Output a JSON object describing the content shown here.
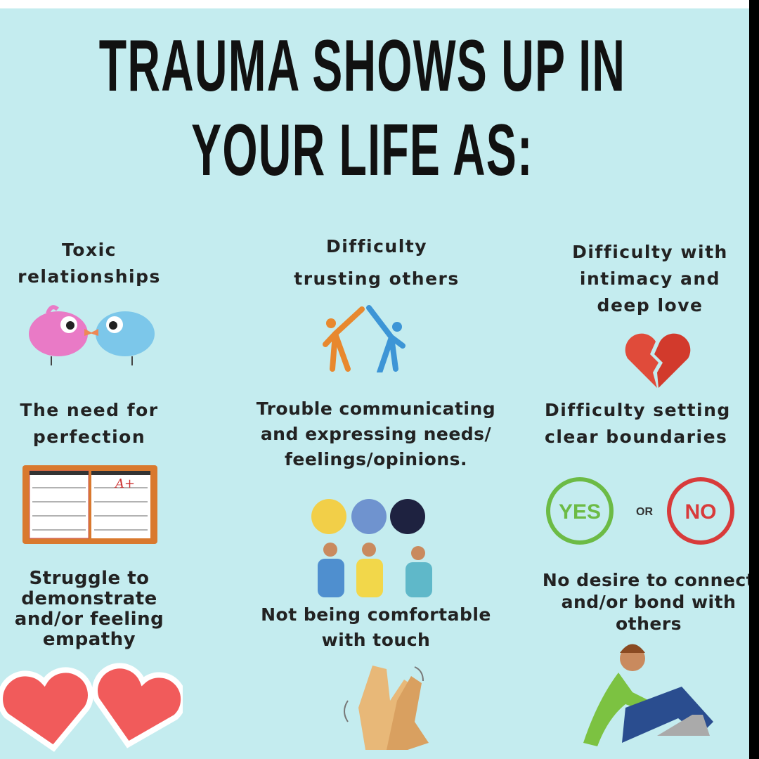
{
  "title": {
    "line1": "TRAUMA SHOWS UP IN",
    "line2": "YOUR LIFE AS:"
  },
  "items": [
    {
      "lines": [
        "Toxic",
        "relationships"
      ],
      "icon": "birds-icon"
    },
    {
      "lines": [
        "Difficulty",
        "trusting others"
      ],
      "icon": "reaching-figures-icon"
    },
    {
      "lines": [
        "Difficulty with",
        "intimacy and",
        "deep love"
      ],
      "icon": "broken-heart-icon"
    },
    {
      "lines": [
        "The need for",
        "perfection"
      ],
      "icon": "grade-book-icon",
      "badge": "A+"
    },
    {
      "lines": [
        "Trouble communicating",
        "and expressing needs/",
        "feelings/opinions."
      ],
      "icon": "people-chat-icon"
    },
    {
      "lines": [
        "Difficulty setting",
        "clear boundaries"
      ],
      "icon": "yes-or-no-icon",
      "yes": "YES",
      "or": "OR",
      "no": "NO"
    },
    {
      "lines": [
        "Struggle to",
        "demonstrate",
        "and/or feeling",
        "empathy"
      ],
      "icon": "hearts-icon"
    },
    {
      "lines": [
        "Not being comfortable",
        "with touch"
      ],
      "icon": "clapping-hands-icon"
    },
    {
      "lines": [
        "No desire to connect",
        "and/or bond with",
        "others"
      ],
      "icon": "person-laptop-icon"
    }
  ],
  "colors": {
    "background": "#c4ecef",
    "green": "#6cbb45",
    "red": "#d83b3b",
    "heart": "#f15b5b"
  }
}
